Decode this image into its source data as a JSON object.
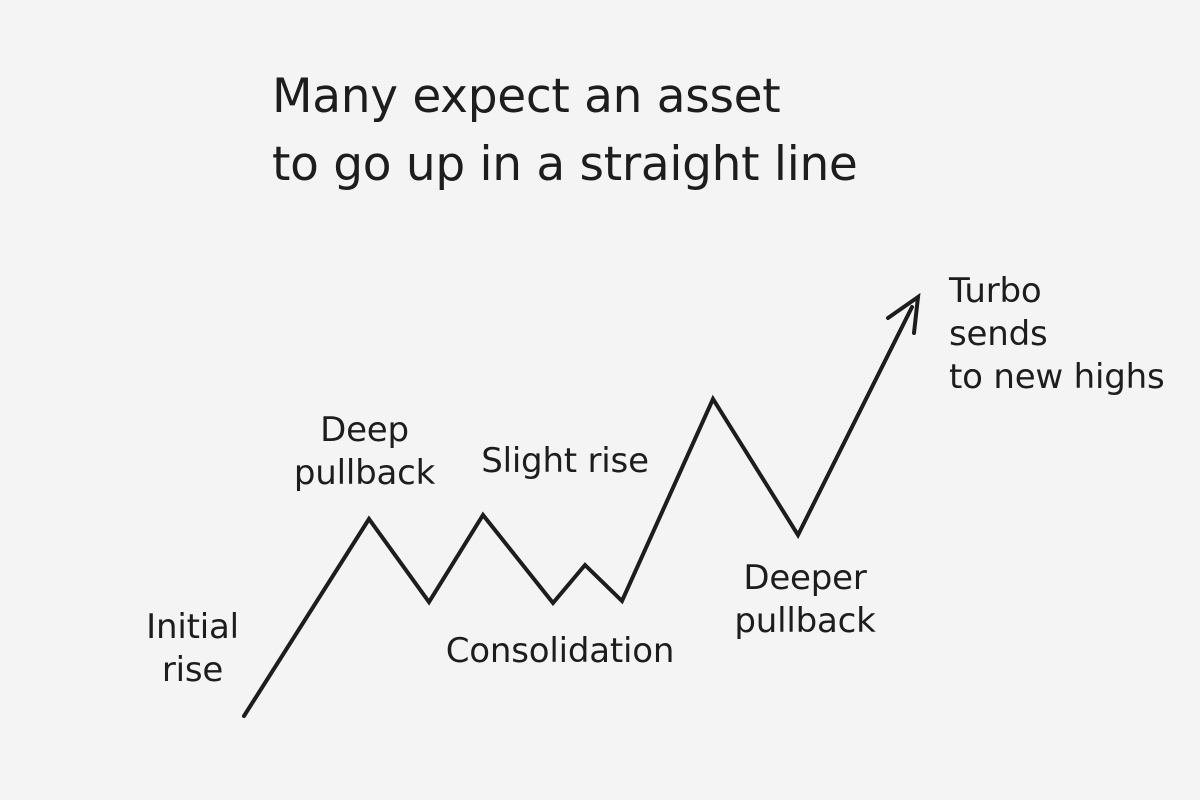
{
  "title": {
    "line1": "Many expect an asset",
    "line2": "to go up in a straight line"
  },
  "labels": {
    "initial_rise": [
      "Initial",
      "rise"
    ],
    "deep_pullback": [
      "Deep",
      "pullback"
    ],
    "slight_rise": [
      "Slight rise"
    ],
    "consolidation": [
      "Consolidation"
    ],
    "deeper_pullback": [
      "Deeper",
      "pullback"
    ],
    "turbo": [
      "Turbo",
      "sends",
      "to new highs"
    ]
  },
  "colors": {
    "background": "#f4f4f4",
    "ink": "#1d1d1d"
  }
}
